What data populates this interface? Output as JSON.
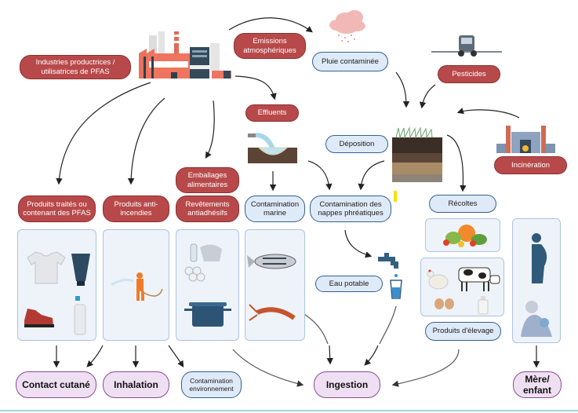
{
  "sources": {
    "industries": "Industries productrices / utilisatrices de PFAS",
    "emissions": "Emissions atmosphériques",
    "effluents": "Effluents",
    "pesticides": "Pesticides",
    "incineration": "Incinération"
  },
  "products": {
    "treated": "Produits traités ou contenant des PFAS",
    "firefighting": "Produits anti-incendies",
    "packaging": "Emballages alimentaires",
    "nonstick": "Revêtements antiadhésifs"
  },
  "environment": {
    "rain": "Pluie contaminée",
    "deposition": "Déposition",
    "marine": "Contamination marine",
    "groundwater": "Contamination des nappes phréatiques",
    "harvest": "Récoltes",
    "drinking_water": "Eau potable",
    "livestock": "Produits d'élevage",
    "env_contamination": "Contamination environnement"
  },
  "exposure_routes": {
    "skin": "Contact cutané",
    "inhalation": "Inhalation",
    "ingestion": "Ingestion",
    "mother_child": "Mère/ enfant"
  },
  "colors": {
    "source_pill": "#b8494a",
    "environment_pill": "#dfeaf8",
    "exposure_pill": "#efdff2",
    "panel": "#eef3fa"
  }
}
